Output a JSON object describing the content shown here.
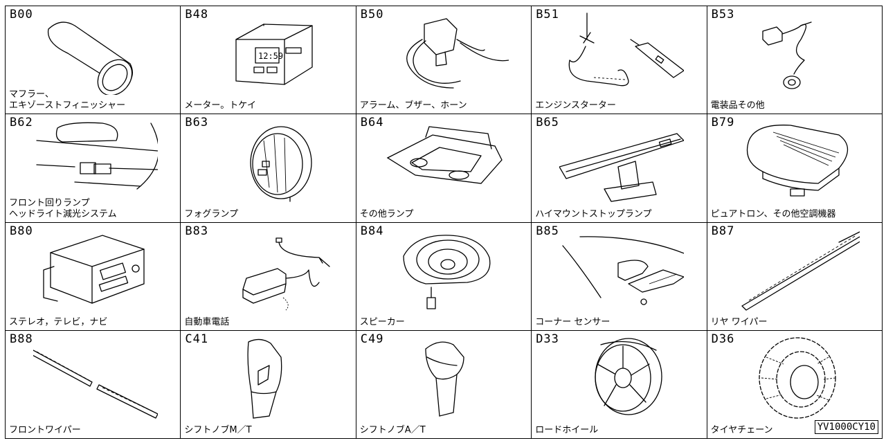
{
  "cells": [
    {
      "code": "B00",
      "label": "マフラー、\nエキゾーストフィニッシャー",
      "icon": "muffler-icon"
    },
    {
      "code": "B48",
      "label": "メーター。トケイ",
      "icon": "clock-meter-icon"
    },
    {
      "code": "B50",
      "label": "アラーム、ブザー、ホーン",
      "icon": "alarm-buzzer-icon"
    },
    {
      "code": "B51",
      "label": "エンジンスターター",
      "icon": "engine-starter-icon"
    },
    {
      "code": "B53",
      "label": "電装品その他",
      "icon": "electrical-parts-icon"
    },
    {
      "code": "B62",
      "label": "フロント回りランプ\nヘッドライト減光システム",
      "icon": "front-lamp-icon"
    },
    {
      "code": "B63",
      "label": "フォグランプ",
      "icon": "fog-lamp-icon"
    },
    {
      "code": "B64",
      "label": "その他ランプ",
      "icon": "room-lamp-icon"
    },
    {
      "code": "B65",
      "label": "ハイマウントストップランプ",
      "icon": "high-mount-stop-lamp-icon"
    },
    {
      "code": "B79",
      "label": "ピュアトロン、その他空調機器",
      "icon": "air-purifier-icon"
    },
    {
      "code": "B80",
      "label": "ステレオ，テレビ，ナビ",
      "icon": "stereo-icon"
    },
    {
      "code": "B83",
      "label": "自動車電話",
      "icon": "car-phone-icon"
    },
    {
      "code": "B84",
      "label": "スピーカー",
      "icon": "speaker-icon"
    },
    {
      "code": "B85",
      "label": "コーナー センサー",
      "icon": "corner-sensor-icon"
    },
    {
      "code": "B87",
      "label": "リヤ ワイパー",
      "icon": "rear-wiper-icon"
    },
    {
      "code": "B88",
      "label": "フロントワイパー",
      "icon": "front-wiper-icon"
    },
    {
      "code": "C41",
      "label": "シフトノブM／T",
      "icon": "shift-knob-mt-icon"
    },
    {
      "code": "C49",
      "label": "シフトノブA／T",
      "icon": "shift-knob-at-icon"
    },
    {
      "code": "D33",
      "label": "ロードホイール",
      "icon": "road-wheel-icon"
    },
    {
      "code": "D36",
      "label": "タイヤチェーン",
      "icon": "tire-chain-icon"
    }
  ],
  "reference_code": "YV1000CY10"
}
